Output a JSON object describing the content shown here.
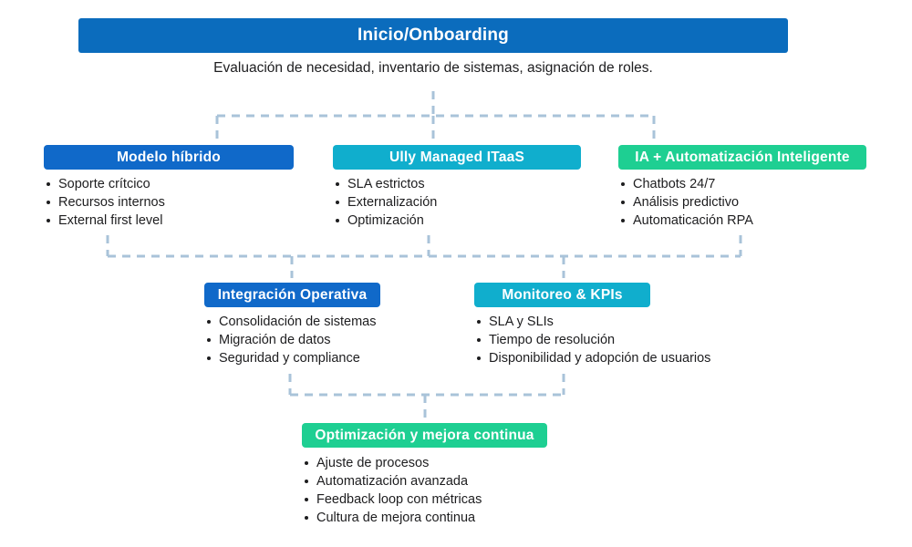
{
  "diagram": {
    "title_visible": false,
    "colors": {
      "blue_dark": "#0b6cbd",
      "blue": "#1069c9",
      "teal": "#10aecd",
      "green": "#1ecf92",
      "connector": "#a9c3d9",
      "text": "#1d1d1f",
      "background": "#ffffff"
    },
    "root": {
      "label": "Inicio/Onboarding",
      "caption": "Evaluación de necesidad, inventario de sistemas, asignación de roles."
    },
    "tier2": [
      {
        "label": "Modelo híbrido",
        "color": "blue",
        "items": [
          "Soporte crítcico",
          "Recursos internos",
          "External first level"
        ]
      },
      {
        "label": "Ully Managed ITaaS",
        "color": "teal",
        "items": [
          "SLA estrictos",
          "Externalización",
          "Optimización"
        ]
      },
      {
        "label": "IA + Automatización Inteligente",
        "color": "green",
        "items": [
          "Chatbots 24/7",
          "Análisis predictivo",
          "Automaticación RPA"
        ]
      }
    ],
    "tier3": [
      {
        "label": "Integración Operativa",
        "color": "blue",
        "items": [
          "Consolidación de sistemas",
          "Migración de datos",
          "Seguridad y compliance"
        ]
      },
      {
        "label": "Monitoreo & KPIs",
        "color": "teal",
        "items": [
          "SLA y SLIs",
          "Tiempo de resolución",
          "Disponibilidad y adopción de usuarios"
        ]
      }
    ],
    "tier4": [
      {
        "label": "Optimización y mejora continua",
        "color": "green",
        "items": [
          "Ajuste de procesos",
          "Automatización avanzada",
          "Feedback loop con métricas",
          "Cultura de mejora continua"
        ]
      }
    ]
  }
}
